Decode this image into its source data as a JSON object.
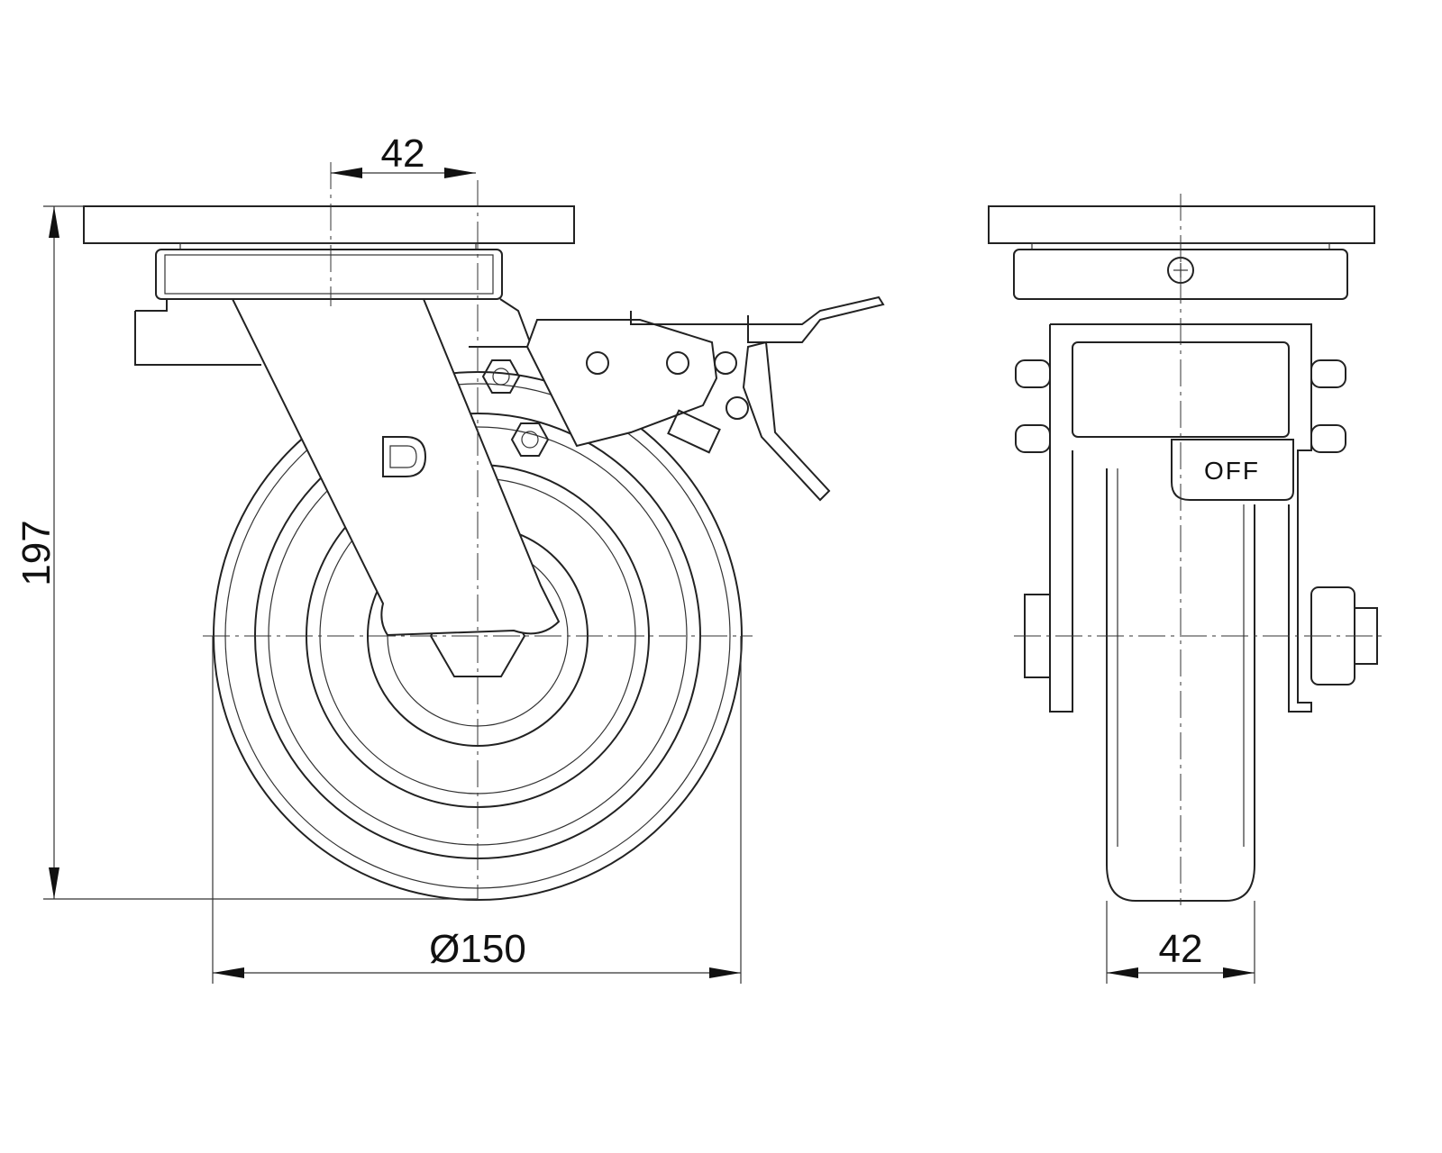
{
  "drawing": {
    "title": "Swivel castor with brake - technical drawing",
    "dimensions": {
      "offset_top": "42",
      "overall_height": "197",
      "wheel_diameter": "Ø150",
      "wheel_width": "42"
    },
    "brake_label": "OFF",
    "logo_letter": "D"
  }
}
